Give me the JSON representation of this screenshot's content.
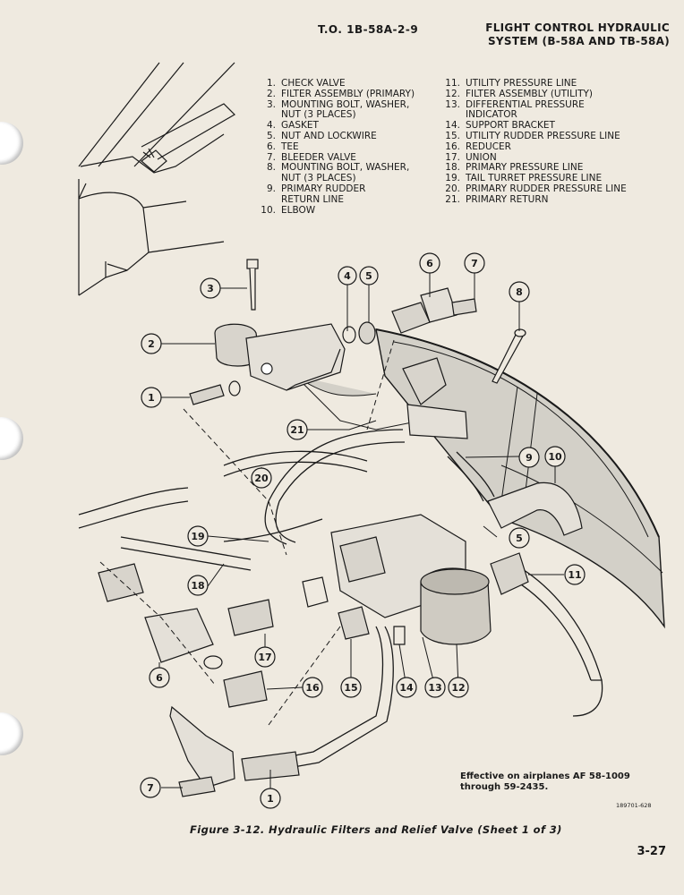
{
  "header": {
    "to_number": "T.O. 1B-58A-2-9",
    "title_line1": "FLIGHT CONTROL HYDRAULIC",
    "title_line2": "SYSTEM (B-58A AND TB-58A)"
  },
  "legend": {
    "left": [
      {
        "num": "1.",
        "text": "CHECK VALVE"
      },
      {
        "num": "2.",
        "text": "FILTER ASSEMBLY (PRIMARY)"
      },
      {
        "num": "3.",
        "text": "MOUNTING BOLT, WASHER,"
      },
      {
        "num": "",
        "text": "NUT (3 PLACES)"
      },
      {
        "num": "4.",
        "text": "GASKET"
      },
      {
        "num": "5.",
        "text": "NUT AND LOCKWIRE"
      },
      {
        "num": "6.",
        "text": "TEE"
      },
      {
        "num": "7.",
        "text": "BLEEDER VALVE"
      },
      {
        "num": "8.",
        "text": "MOUNTING BOLT, WASHER,"
      },
      {
        "num": "",
        "text": "NUT (3 PLACES)"
      },
      {
        "num": "9.",
        "text": "PRIMARY RUDDER"
      },
      {
        "num": "",
        "text": "RETURN LINE"
      },
      {
        "num": "10.",
        "text": "ELBOW"
      }
    ],
    "right": [
      {
        "num": "11.",
        "text": "UTILITY PRESSURE LINE"
      },
      {
        "num": "12.",
        "text": "FILTER ASSEMBLY (UTILITY)"
      },
      {
        "num": "13.",
        "text": "DIFFERENTIAL PRESSURE"
      },
      {
        "num": "",
        "text": "INDICATOR"
      },
      {
        "num": "14.",
        "text": "SUPPORT BRACKET"
      },
      {
        "num": "15.",
        "text": "UTILITY RUDDER PRESSURE LINE"
      },
      {
        "num": "16.",
        "text": "REDUCER"
      },
      {
        "num": "17.",
        "text": "UNION"
      },
      {
        "num": "18.",
        "text": "PRIMARY PRESSURE LINE"
      },
      {
        "num": "19.",
        "text": "TAIL TURRET PRESSURE LINE"
      },
      {
        "num": "20.",
        "text": "PRIMARY RUDDER PRESSURE LINE"
      },
      {
        "num": "21.",
        "text": "PRIMARY RETURN"
      }
    ]
  },
  "callouts": {
    "c3": "3",
    "c4": "4",
    "c5a": "5",
    "c6a": "6",
    "c7a": "7",
    "c8": "8",
    "c2": "2",
    "c1a": "1",
    "c21": "21",
    "c20": "20",
    "c9": "9",
    "c10": "10",
    "c19": "19",
    "c18": "18",
    "c5b": "5",
    "c11": "11",
    "c6b": "6",
    "c17": "17",
    "c15": "15",
    "c14": "14",
    "c13": "13",
    "c12": "12",
    "c16": "16",
    "c7b": "7",
    "c1b": "1"
  },
  "effectivity": {
    "line1": "Effective on airplanes AF 58-1009",
    "line2": "through 59-2435."
  },
  "figure_code": "189701-628",
  "caption": "Figure 3-12. Hydraulic Filters and Relief Valve (Sheet 1 of 3)",
  "page_number": "3-27"
}
